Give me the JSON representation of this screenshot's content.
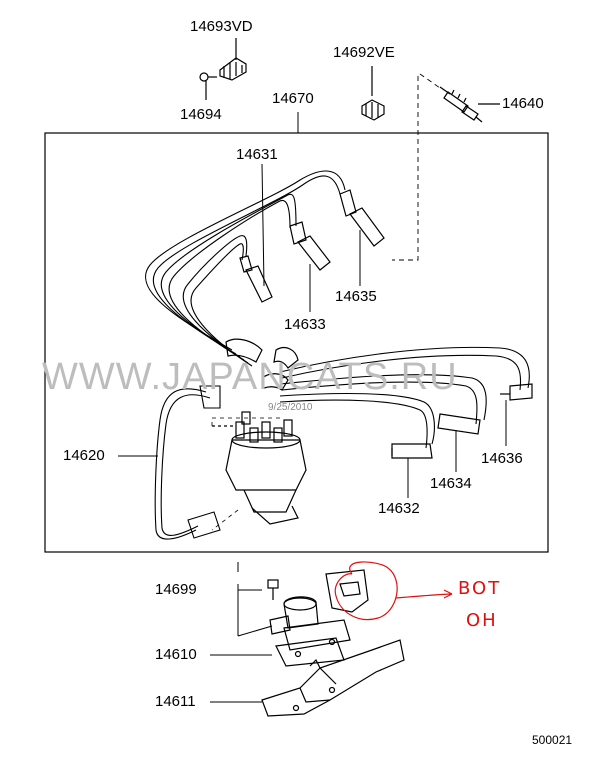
{
  "diagram": {
    "labels": {
      "p14693VD": "14693VD",
      "p14694": "14694",
      "p14692VE": "14692VE",
      "p14670": "14670",
      "p14640": "14640",
      "p14631": "14631",
      "p14633": "14633",
      "p14635": "14635",
      "p14620": "14620",
      "p14636": "14636",
      "p14634": "14634",
      "p14632": "14632",
      "p14699": "14699",
      "p14610": "14610",
      "p14611": "14611"
    },
    "watermark": "WWW.JAPANCATS.RU",
    "date_stamp": "9/25/2010",
    "handwritten": {
      "line1": "BOT",
      "line2": "OH"
    },
    "document_number": "500021"
  },
  "colors": {
    "ink": "#000000",
    "annotation": "#e01010",
    "watermark": "#bdbdbd"
  }
}
